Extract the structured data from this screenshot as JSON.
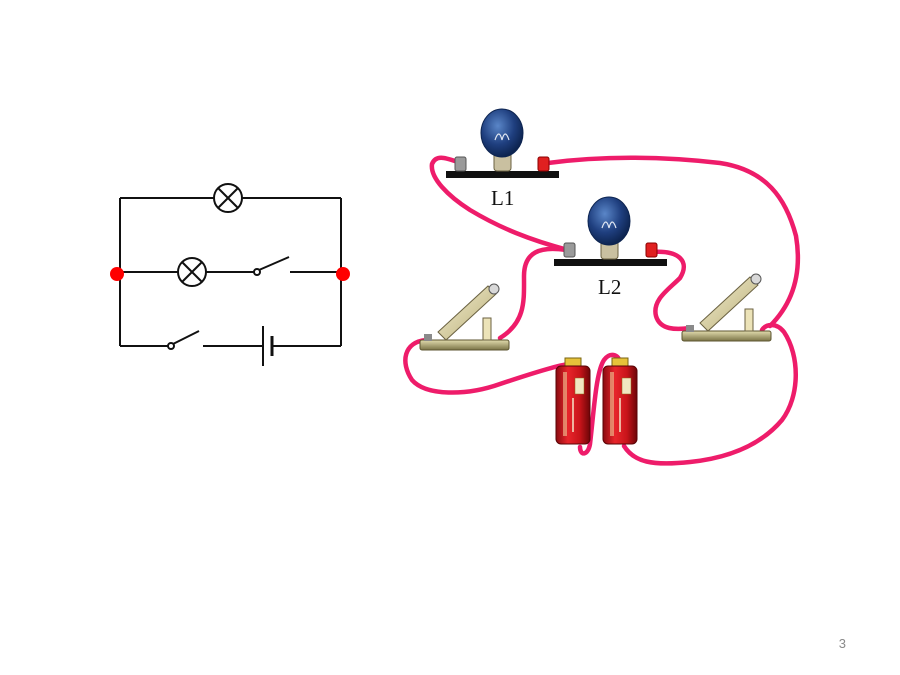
{
  "slide": {
    "page_number": "3"
  },
  "schematic": {
    "junction_color": "#ff0000",
    "line_color": "#111111"
  },
  "breadboard": {
    "lamp_1_label": "L1",
    "lamp_2_label": "L2",
    "wire_color": "#ee1c6a",
    "bulb_color": "#1f3f7f",
    "battery_color": "#d0141b"
  }
}
